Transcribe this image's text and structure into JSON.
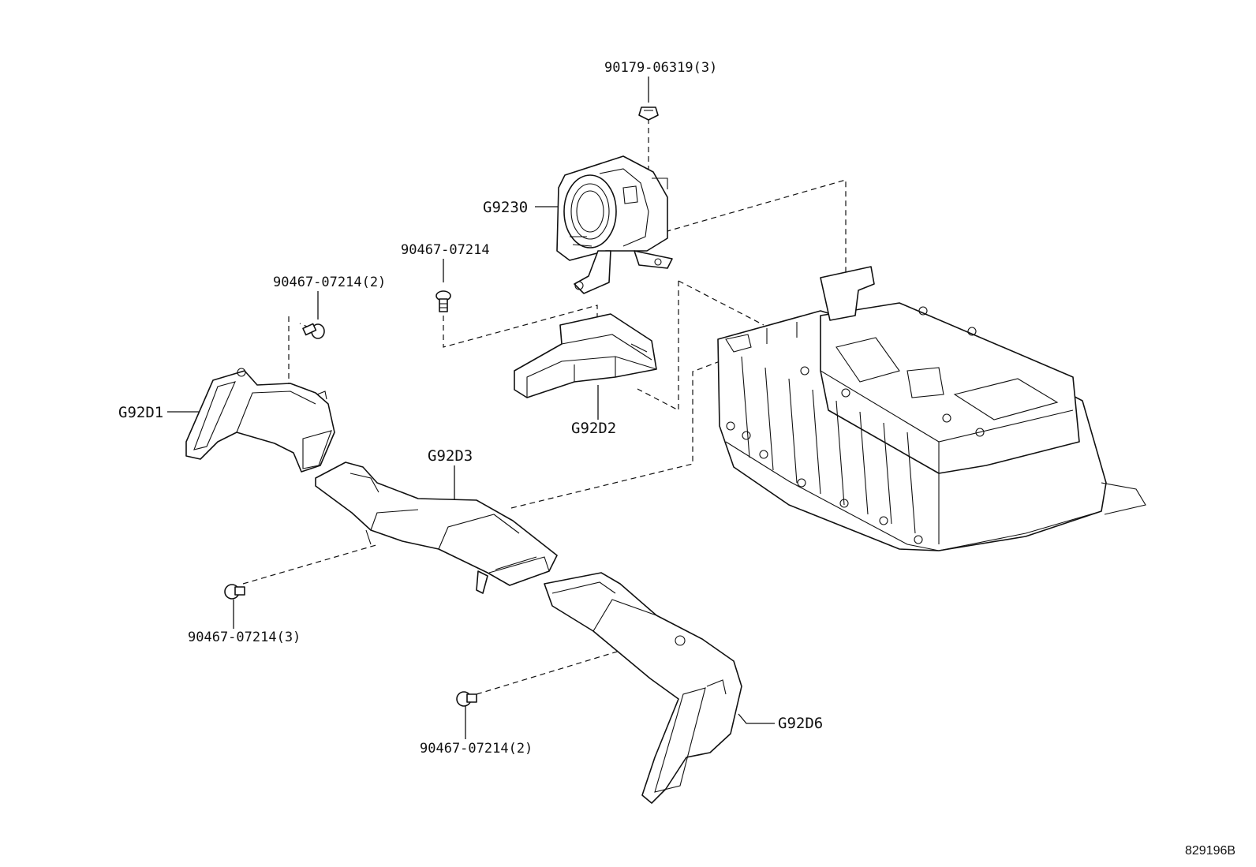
{
  "diagram": {
    "parts": {
      "blower_fan": "G9230",
      "duct_d1": "G92D1",
      "duct_d2": "G92D2",
      "duct_d3": "G92D3",
      "duct_d6": "G92D6"
    },
    "fasteners": {
      "nut_top": "90179-06319(3)",
      "clip_single": "90467-07214",
      "clip_left_top": "90467-07214(2)",
      "clip_left_bottom": "90467-07214(3)",
      "clip_bottom": "90467-07214(2)"
    },
    "reference_number": "829196B"
  }
}
